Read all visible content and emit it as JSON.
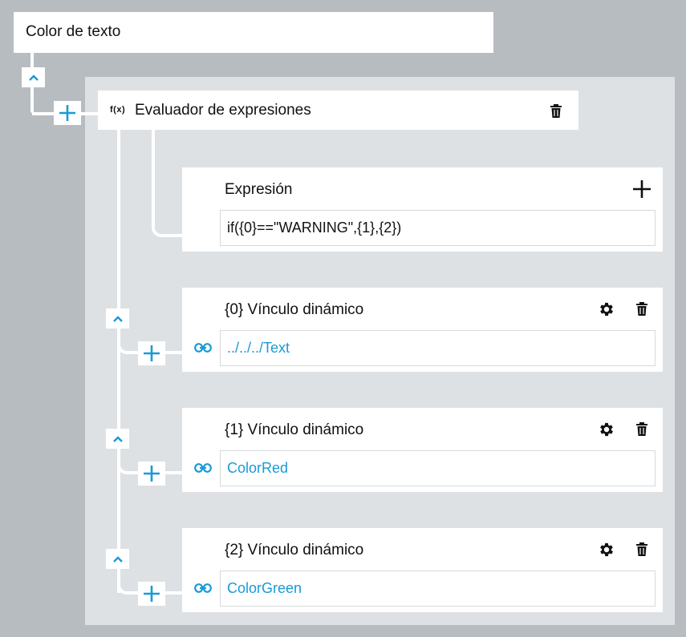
{
  "root": {
    "title": "Color de texto"
  },
  "evaluator": {
    "fx_label": "f(x)",
    "title": "Evaluador de expresiones"
  },
  "expression": {
    "label": "Expresión",
    "value": "if({0}==\"WARNING\",{1},{2})"
  },
  "links": [
    {
      "title": "{0} Vínculo dinámico",
      "value": "../../../Text"
    },
    {
      "title": "{1} Vínculo dinámico",
      "value": "ColorRed"
    },
    {
      "title": "{2} Vínculo dinámico",
      "value": "ColorGreen"
    }
  ],
  "colors": {
    "accent": "#1a9ad6",
    "background": "#b7bcc1",
    "panel": "#dee1e4",
    "card": "#ffffff"
  },
  "icons": {
    "collapse": "chevron-up-icon",
    "add": "plus-icon",
    "delete": "trash-icon",
    "settings": "gear-icon",
    "link": "link-icon",
    "function": "function-icon"
  }
}
